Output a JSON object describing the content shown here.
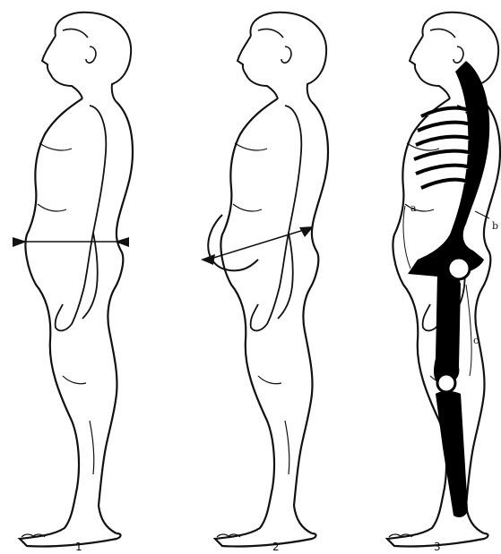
{
  "figures": [
    {
      "number": "1"
    },
    {
      "number": "2"
    },
    {
      "number": "3"
    }
  ],
  "labels": {
    "a": "a",
    "b": "b",
    "c": "c"
  },
  "colors": {
    "ink": "#111111",
    "paper": "#ffffff",
    "skeleton": "#000000"
  }
}
